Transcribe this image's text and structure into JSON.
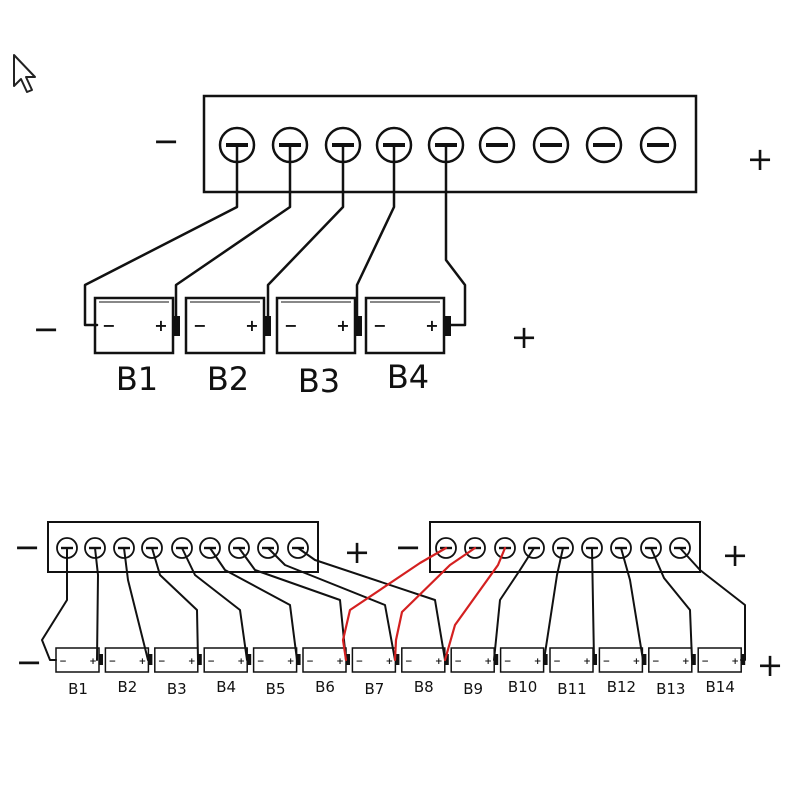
{
  "colors": {
    "line": "#111111",
    "red_wire": "#d42020",
    "background": "#ffffff"
  },
  "cursor": {
    "icon": "mouse-pointer-icon"
  },
  "top_diagram": {
    "minus_symbol": "−",
    "plus_symbol": "+",
    "connector_pin_count": 9,
    "cell_minus": "−",
    "cell_plus": "+",
    "batteries": [
      "B1",
      "B2",
      "B3",
      "B4"
    ]
  },
  "bottom_diagram": {
    "left_minus": "−",
    "left_plus": "+",
    "right_minus": "−",
    "right_plus": "+",
    "string_minus": "−",
    "string_plus": "+",
    "connector_pin_count": 9,
    "cell_minus": "−",
    "cell_plus": "+",
    "batteries": [
      "B1",
      "B2",
      "B3",
      "B4",
      "B5",
      "B6",
      "B7",
      "B8",
      "B9",
      "B10",
      "B11",
      "B12",
      "B13",
      "B14"
    ]
  }
}
